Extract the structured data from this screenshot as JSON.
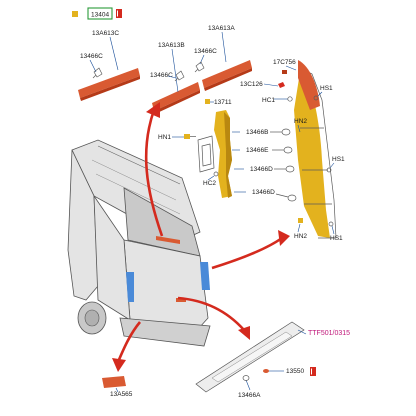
{
  "header": {
    "ref": "13404"
  },
  "colors": {
    "arrow": "#d42a1e",
    "lamp": "#d95a32",
    "lamp_dark": "#b53a18",
    "harness": "#e3b21e",
    "harness_dark": "#b98810",
    "van_body": "#e4e4e4",
    "van_glass": "#c9c9c9",
    "leader": "#1a4f9a",
    "callout_box": "#2a9a3a",
    "magenta": "#c0187a"
  },
  "callouts": {
    "top_left_lamp": "13A613C",
    "top_mid_lamp": "13A613B",
    "top_right_lamp": "13A613A",
    "clip_a": "13466C",
    "clip_b": "13466C",
    "clip_c": "13466C",
    "bracket": "13711",
    "socket_17c": "17C756",
    "cap": "13C126",
    "hc1": "HC1",
    "hs1_top": "HS1",
    "hn1": "HN1",
    "hn2_top": "HN2",
    "bulb_b": "13466B",
    "bulb_e": "13466E",
    "bulb_d1": "13466D",
    "bulb_d2": "13466D",
    "hc2": "HC2",
    "hs1_mid": "HS1",
    "hn2_bottom": "HN2",
    "hs1_bottom": "HS1",
    "reflector": "13A565",
    "lamp_bar": "TTF501/0315",
    "bulb_small": "13550",
    "bulb_a": "13466A"
  }
}
